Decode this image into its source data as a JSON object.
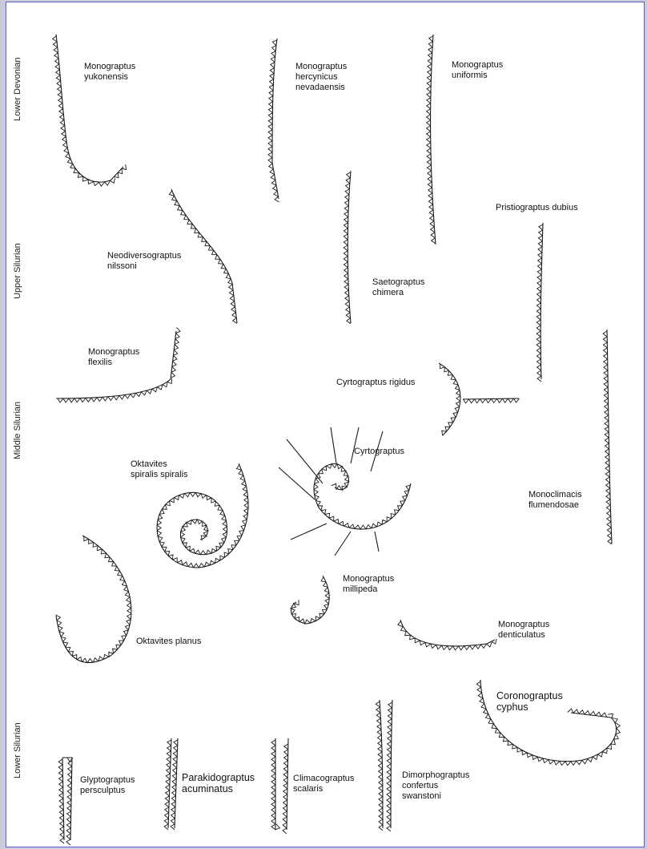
{
  "periods": {
    "lower_devonian": "Lower Devonian",
    "upper_silurian": "Upper Silurian",
    "middle_silurian": "Middle Silurian",
    "lower_silurian": "Lower Silurian"
  },
  "specimens": {
    "yukonensis": "Monograptus\nyukonensis",
    "hercynicus": "Monograptus\nhercynicus\nnevadaensis",
    "uniformis": "Monograptus\nuniformis",
    "dubius": "Pristiograptus dubius",
    "nilssoni": "Neodiversograptus\nnilssoni",
    "chimera": "Saetograptus\nchimera",
    "flexilis": "Monograptus\nflexilis",
    "rigidus": "Cyrtograptus rigidus",
    "cyrtograptus": "Cyrtograptus",
    "spiralis": "Oktavites\nspiralis spiralis",
    "monoclimacis": "Monoclimacis\nflumendosae",
    "planus": "Oktavites planus",
    "millipeda": "Monograptus\nmillipeda",
    "denticulatus": "Monograptus\ndenticulatus",
    "coronograptus": "Coronograptus\ncyphus",
    "glyptograptus": "Glyptograptus\npersculptus",
    "parakidograptus": "Parakidograptus\nacuminatus",
    "climacograptus": "Climacograptus\nscalaris",
    "dimorphograptus": "Dimorphograptus\nconfertus\nswanstoni"
  },
  "colors": {
    "frame": "#5a5fc8",
    "ink": "#1a1a1a"
  }
}
